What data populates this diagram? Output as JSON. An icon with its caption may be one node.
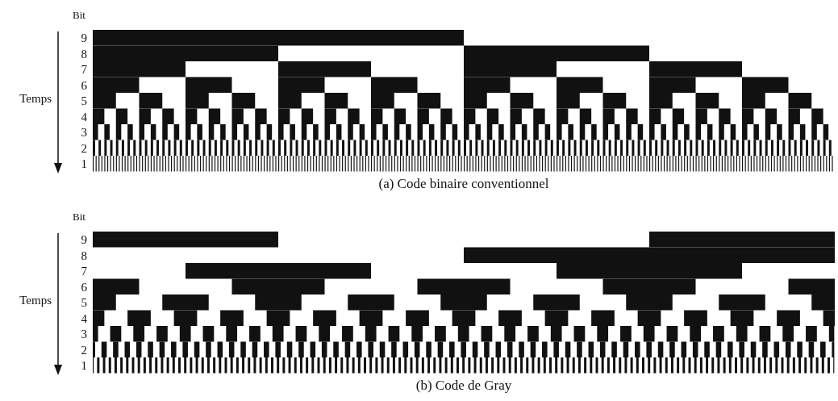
{
  "diagram": {
    "labels": [
      "Bit",
      "9",
      "8",
      "7",
      "6",
      "5",
      "4",
      "3",
      "2",
      "1",
      "Temps",
      "(a) Code binaire conventionnel",
      "Bit",
      "9",
      "8",
      "7",
      "6",
      "5",
      "4",
      "3",
      "2",
      "1",
      "Temps",
      "(b) Code de Gray"
    ]
  }
}
